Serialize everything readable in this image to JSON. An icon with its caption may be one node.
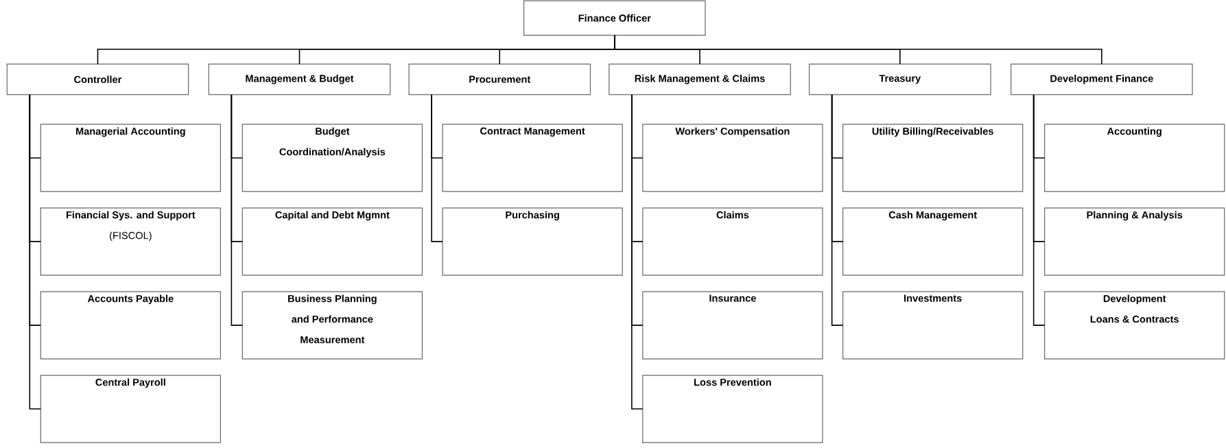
{
  "diagram": {
    "nodes": [
      {
        "text": [
          "Finance Officer"
        ]
      },
      {
        "text": [
          "Controller"
        ]
      },
      {
        "text": [
          "Managerial Accounting"
        ]
      },
      {
        "text": [
          "Financial Sys. and Support",
          "(FISCOL)"
        ]
      },
      {
        "text": [
          "Accounts Payable"
        ]
      },
      {
        "text": [
          "Central Payroll"
        ]
      },
      {
        "text": [
          "Management & Budget"
        ]
      },
      {
        "text": [
          "Budget Coordination/Analysis"
        ]
      },
      {
        "text": [
          "Capital and Debt Mgmnt"
        ]
      },
      {
        "text": [
          "Business Planning and Performance Measurement"
        ]
      },
      {
        "text": [
          "Procurement"
        ]
      },
      {
        "text": [
          "Contract Management"
        ]
      },
      {
        "text": [
          "Purchasing"
        ]
      },
      {
        "text": [
          "Risk Management & Claims"
        ]
      },
      {
        "text": [
          "Workers' Compensation"
        ]
      },
      {
        "text": [
          "Claims"
        ]
      },
      {
        "text": [
          "Insurance"
        ]
      },
      {
        "text": [
          "Loss Prevention"
        ]
      },
      {
        "text": [
          "Treasury"
        ]
      },
      {
        "text": [
          "Utility Billing/Receivables"
        ]
      },
      {
        "text": [
          "Cash Management"
        ]
      },
      {
        "text": [
          "Investments"
        ]
      },
      {
        "text": [
          "Development Finance"
        ]
      },
      {
        "text": [
          "Accounting"
        ]
      },
      {
        "text": [
          "Planning & Analysis"
        ]
      },
      {
        "text": [
          "Development Loans & Contracts"
        ]
      }
    ],
    "edges": [
      {
        "from": 0,
        "to": 1,
        "arrow": "none"
      },
      {
        "from": 0,
        "to": 6,
        "arrow": "none"
      },
      {
        "from": 0,
        "to": 10,
        "arrow": "none"
      },
      {
        "from": 0,
        "to": 13,
        "arrow": "none"
      },
      {
        "from": 0,
        "to": 18,
        "arrow": "none"
      },
      {
        "from": 0,
        "to": 22,
        "arrow": "none"
      },
      {
        "from": 1,
        "to": 2,
        "arrow": "none"
      },
      {
        "from": 1,
        "to": 3,
        "arrow": "none"
      },
      {
        "from": 1,
        "to": 4,
        "arrow": "none"
      },
      {
        "from": 1,
        "to": 5,
        "arrow": "none"
      },
      {
        "from": 6,
        "to": 7,
        "arrow": "none"
      },
      {
        "from": 6,
        "to": 8,
        "arrow": "none"
      },
      {
        "from": 6,
        "to": 9,
        "arrow": "none"
      },
      {
        "from": 10,
        "to": 11,
        "arrow": "none"
      },
      {
        "from": 10,
        "to": 12,
        "arrow": "none"
      },
      {
        "from": 13,
        "to": 14,
        "arrow": "none"
      },
      {
        "from": 13,
        "to": 15,
        "arrow": "none"
      },
      {
        "from": 13,
        "to": 16,
        "arrow": "none"
      },
      {
        "from": 13,
        "to": 17,
        "arrow": "none"
      },
      {
        "from": 18,
        "to": 19,
        "arrow": "none"
      },
      {
        "from": 18,
        "to": 20,
        "arrow": "none"
      },
      {
        "from": 18,
        "to": 21,
        "arrow": "none"
      },
      {
        "from": 22,
        "to": 23,
        "arrow": "none"
      },
      {
        "from": 22,
        "to": 24,
        "arrow": "none"
      },
      {
        "from": 22,
        "to": 25,
        "arrow": "none"
      }
    ]
  }
}
